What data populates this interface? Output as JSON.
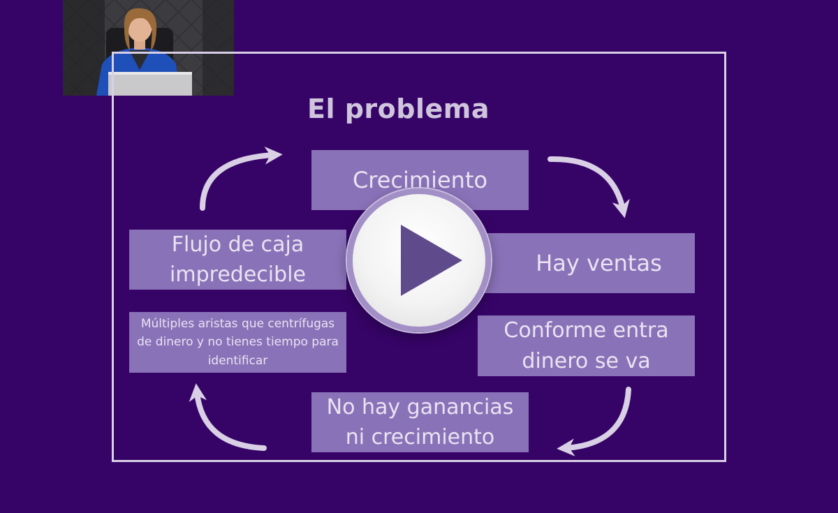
{
  "slide": {
    "title": "El problema",
    "boxes": {
      "crecimiento": "Crecimiento",
      "hay_ventas": "Hay ventas",
      "conforme": "Conforme entra dinero se va",
      "no_hay": "No hay ganancias ni crecimiento",
      "flujo": "Flujo de caja impredecible",
      "multiples": "Múltiples aristas que centrífugas de dinero y no tienes tiempo para identificar"
    }
  },
  "player": {
    "play_icon": "play-icon",
    "webcam_icon": "presenter-webcam"
  },
  "colors": {
    "background": "#360467",
    "box": "#8a72b8",
    "frame": "#d9d0e6"
  }
}
